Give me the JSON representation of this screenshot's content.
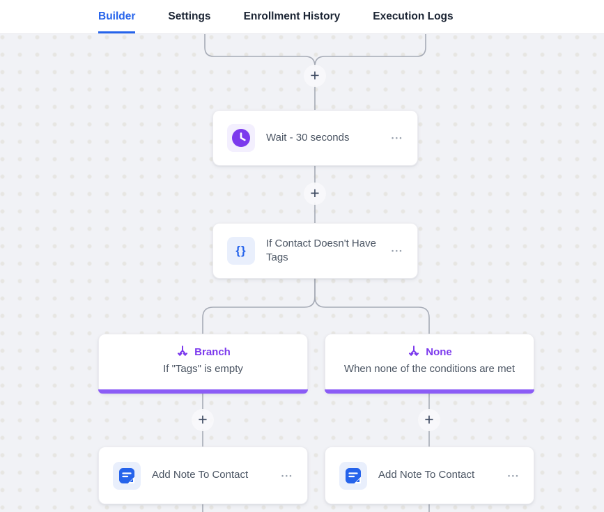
{
  "nav": {
    "tabs": [
      {
        "label": "Builder",
        "active": true
      },
      {
        "label": "Settings",
        "active": false
      },
      {
        "label": "Enrollment History",
        "active": false
      },
      {
        "label": "Execution Logs",
        "active": false
      }
    ]
  },
  "colors": {
    "accent_blue": "#2563eb",
    "accent_purple": "#7c3aed",
    "branch_bottom_bar": "#8b5cf6",
    "connector_line": "#a6abb6",
    "canvas_background": "#f1f2f6"
  },
  "workflow": {
    "wait_step": {
      "label": "Wait - 30 seconds",
      "icon": "clock-icon"
    },
    "condition_step": {
      "label": "If Contact Doesn't Have Tags",
      "icon": "curly-braces-icon",
      "icon_glyph": "{}"
    },
    "branch_left": {
      "title": "Branch",
      "subtitle": "If \"Tags\" is empty",
      "icon": "branch-split-icon"
    },
    "branch_right": {
      "title": "None",
      "subtitle": "When none of the conditions are met",
      "icon": "branch-split-icon"
    },
    "note_step_left": {
      "label": "Add Note To Contact",
      "icon": "note-icon"
    },
    "note_step_right": {
      "label": "Add Note To Contact",
      "icon": "note-icon"
    },
    "add_step_glyph": "+",
    "menu_glyph": "•••"
  }
}
